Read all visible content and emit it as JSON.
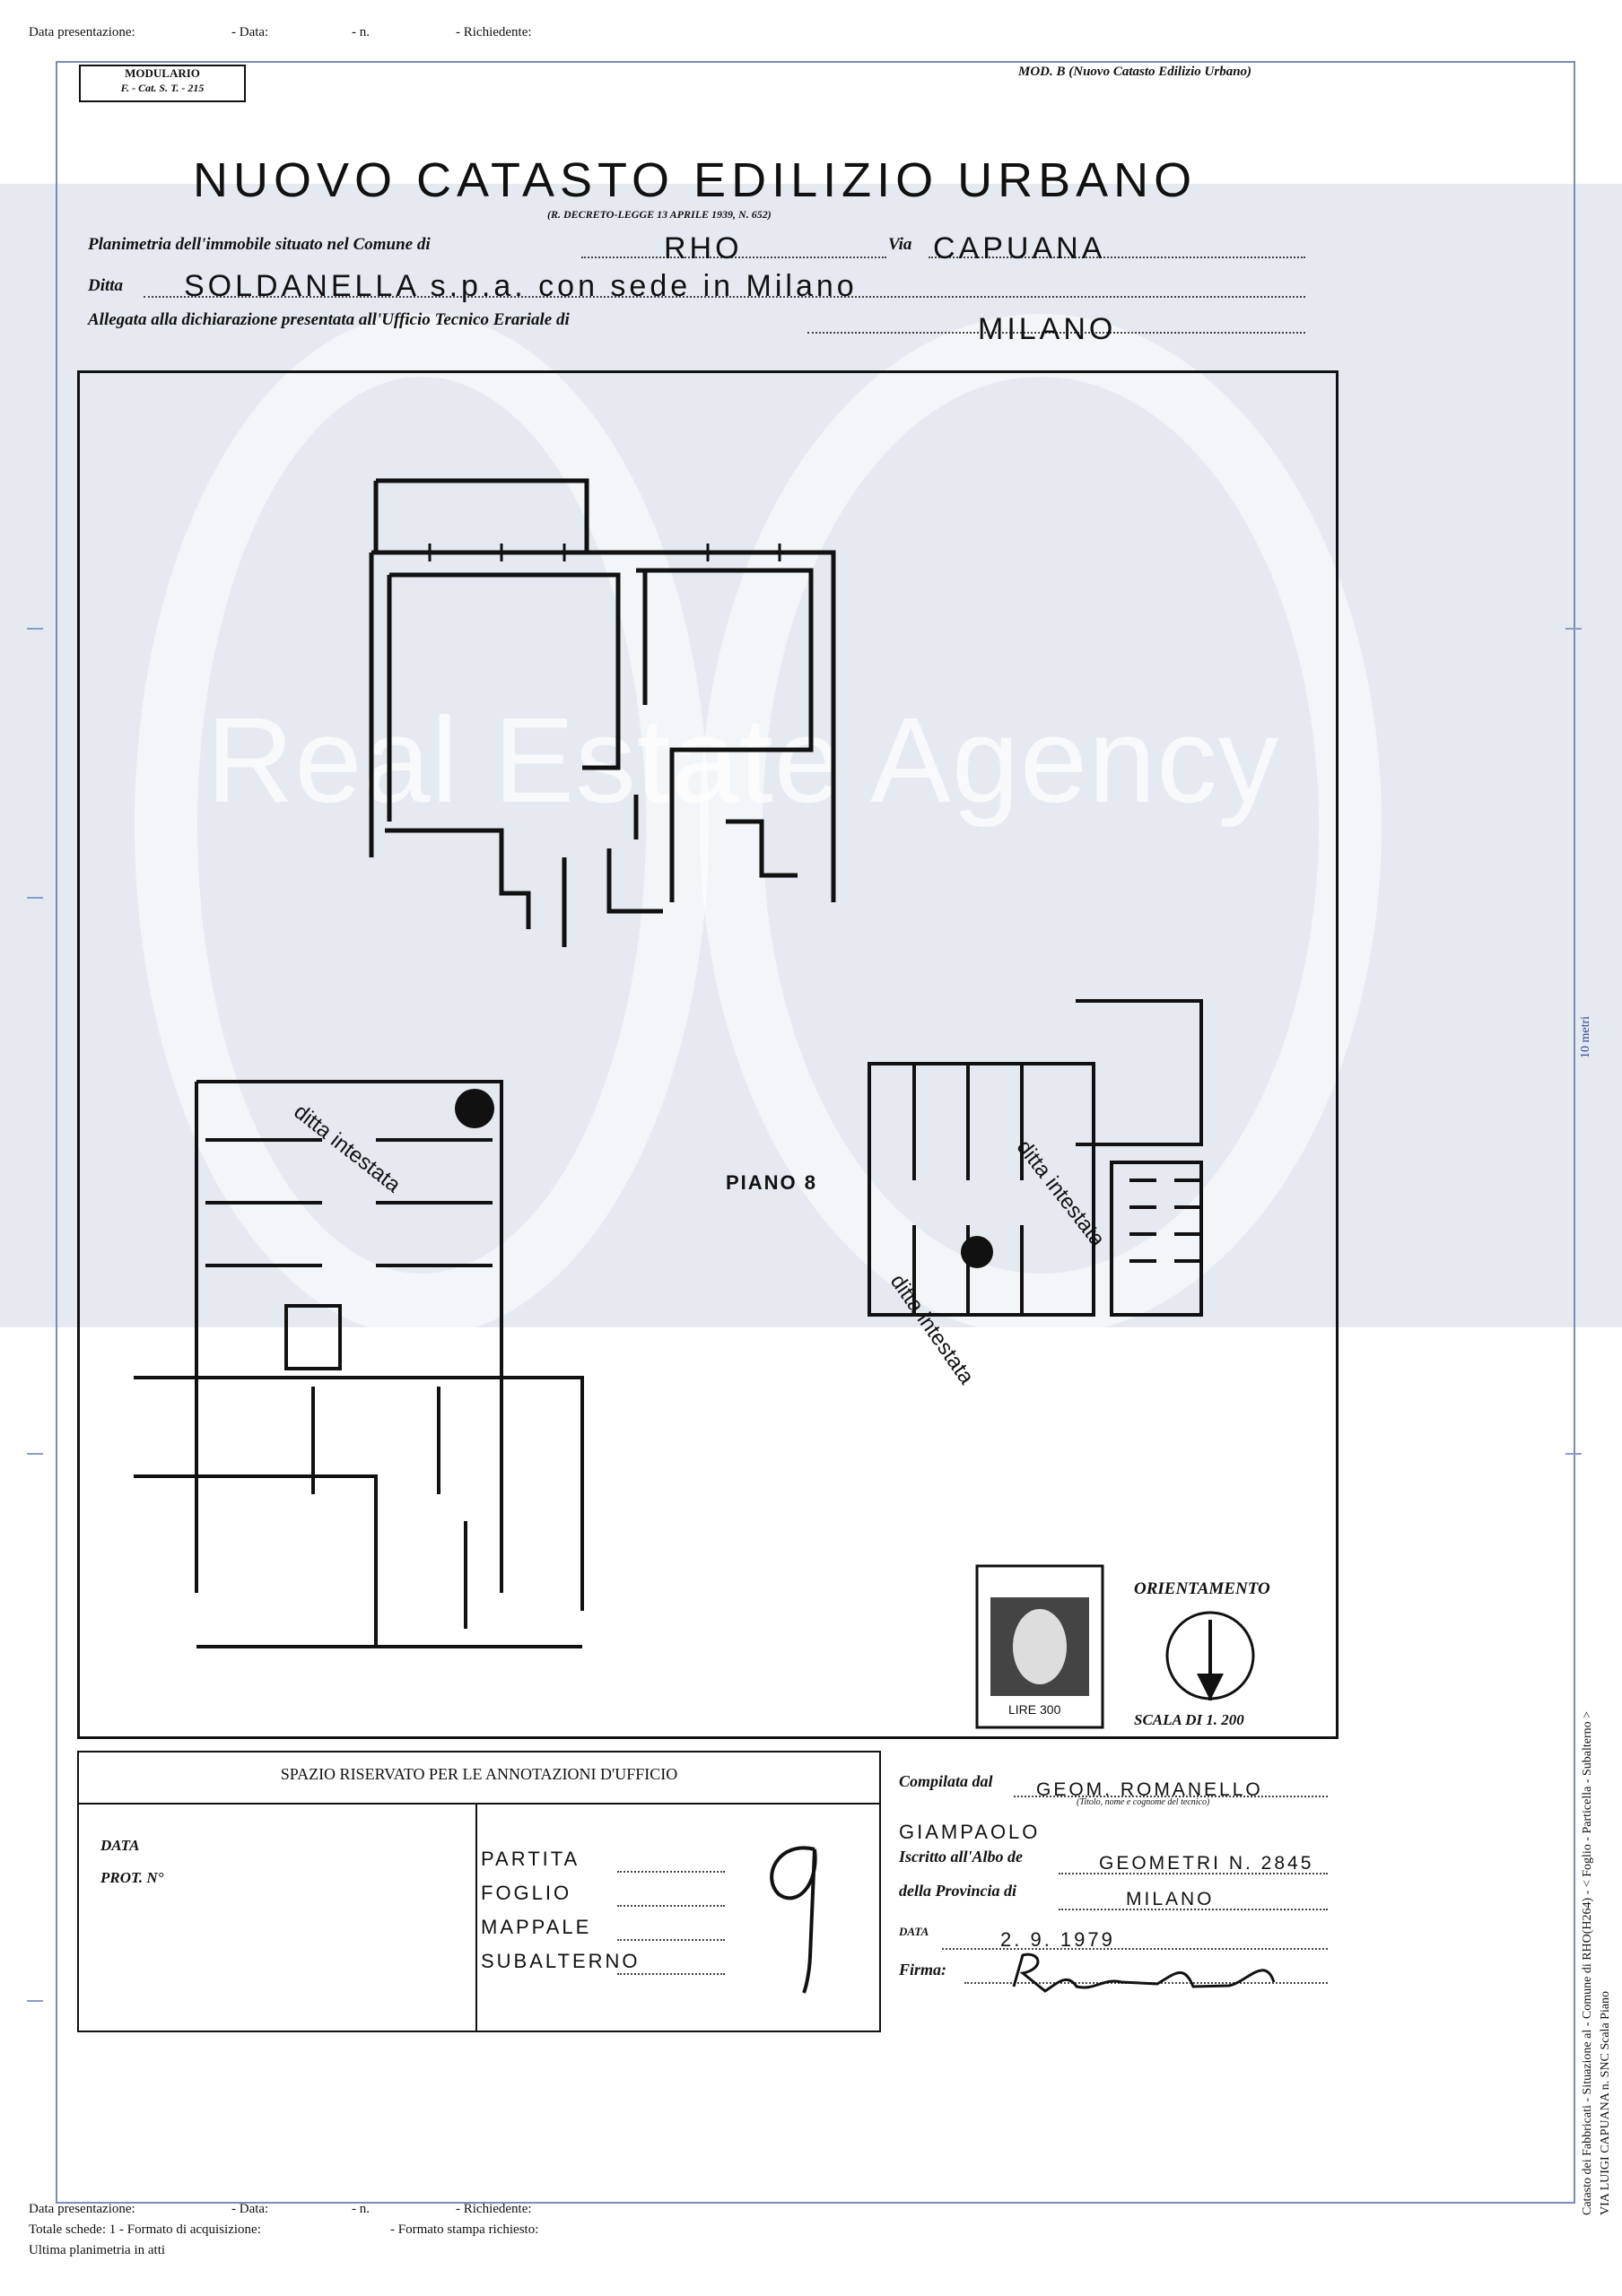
{
  "header_top": {
    "data_presentazione": "Data presentazione:",
    "data": "- Data:",
    "n": "- n.",
    "richiedente": "- Richiedente:"
  },
  "modulario": {
    "line1": "MODULARIO",
    "line2": "F. - Cat. S. T. - 215"
  },
  "mod_b": "MOD. B (Nuovo Catasto Edilizio Urbano)",
  "title": "NUOVO CATASTO EDILIZIO URBANO",
  "subtitle": "(R. DECRETO-LEGGE 13 APRILE 1939, N. 652)",
  "form": {
    "planimetria_label": "Planimetria dell'immobile situato nel Comune di",
    "comune": "RHO",
    "via_label": "Via",
    "via": "CAPUANA",
    "ditta_label": "Ditta",
    "ditta": "SOLDANELLA s.p.a. con sede in Milano",
    "allegata_label": "Allegata alla dichiarazione presentata all'Ufficio Tecnico Erariale di",
    "ufficio": "MILANO"
  },
  "watermark": {
    "text": "Real Estate Agency"
  },
  "plan": {
    "stamp_ditta_1": "ditta intestata",
    "stamp_ditta_2": "ditta intestata",
    "stamp_ditta_3": "ditta intestata",
    "piano_label": "PIANO 8",
    "orientamento": "ORIENTAMENTO",
    "scala": "SCALA DI 1. 200",
    "marca": "LIRE 300"
  },
  "annotazioni": {
    "title": "SPAZIO RISERVATO PER LE ANNOTAZIONI D'UFFICIO",
    "data": "DATA",
    "prot": "PROT. N°",
    "partita": "PARTITA",
    "foglio": "FOGLIO",
    "mappale": "MAPPALE",
    "subalterno": "SUBALTERNO"
  },
  "compilata": {
    "label": "Compilata dal",
    "name": "GEOM. ROMANELLO",
    "name_caption": "(Titolo, nome e cognome del tecnico)",
    "name2": "GIAMPAOLO",
    "albo_label": "Iscritto all'Albo de",
    "albo": "GEOMETRI N. 2845",
    "provincia_label": "della Provincia di",
    "provincia": "MILANO",
    "data_label": "DATA",
    "data": "2. 9. 1979",
    "firma_label": "Firma:"
  },
  "side": {
    "scale_label": "10 metri",
    "line1": "Catasto dei Fabbricati - Situazione al    - Comune di RHO(H264) - < Foglio  - Particella  - Subalterno  >",
    "line2": "VIA LUIGI CAPUANA n. SNC Scala   Piano"
  },
  "footer": {
    "data_presentazione": "Data presentazione:",
    "data": "- Data:",
    "n": "- n.",
    "richiedente": "- Richiedente:",
    "totale": "Totale schede: 1 - Formato di acquisizione:",
    "formato_stampa": "- Formato stampa richiesto:",
    "ultima": "Ultima planimetria in atti"
  }
}
